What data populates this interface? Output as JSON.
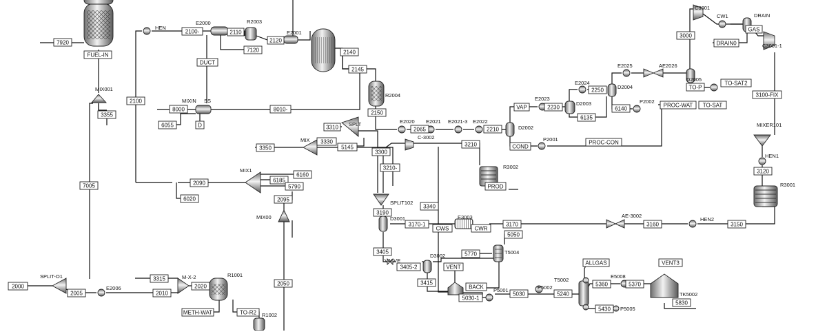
{
  "streams": [
    {
      "id": "s-7920",
      "text": "7920"
    },
    {
      "id": "s-fuel-in",
      "text": "FUEL-IN"
    },
    {
      "id": "s-3355",
      "text": "3355"
    },
    {
      "id": "s-2100a",
      "text": "2100-"
    },
    {
      "id": "s-2110",
      "text": "2110"
    },
    {
      "id": "s-2120",
      "text": "2120"
    },
    {
      "id": "s-7120",
      "text": "7120"
    },
    {
      "id": "s-duct",
      "text": "DUCT"
    },
    {
      "id": "s-2100",
      "text": "2100"
    },
    {
      "id": "s-8000",
      "text": "8000"
    },
    {
      "id": "s-6055",
      "text": "6055"
    },
    {
      "id": "s-d",
      "text": "D"
    },
    {
      "id": "s-8010",
      "text": "8010-"
    },
    {
      "id": "s-2140",
      "text": "2140"
    },
    {
      "id": "s-2145",
      "text": "2145"
    },
    {
      "id": "s-2150",
      "text": "2150"
    },
    {
      "id": "s-2065",
      "text": "2065"
    },
    {
      "id": "s-2210",
      "text": "2210"
    },
    {
      "id": "s-vap",
      "text": "VAP"
    },
    {
      "id": "s-2230",
      "text": "2230"
    },
    {
      "id": "s-2250",
      "text": "2250"
    },
    {
      "id": "s-6135",
      "text": "6135"
    },
    {
      "id": "s-6140",
      "text": "6140"
    },
    {
      "id": "s-cond",
      "text": "COND"
    },
    {
      "id": "s-proc-con",
      "text": "PROC-CON"
    },
    {
      "id": "s-proc-wat",
      "text": "PROC-WAT"
    },
    {
      "id": "s-to-sat",
      "text": "TO-SAT"
    },
    {
      "id": "s-3000",
      "text": "3000"
    },
    {
      "id": "s-to-p",
      "text": "TO-P"
    },
    {
      "id": "s-to-sat2",
      "text": "TO-SAT2"
    },
    {
      "id": "s-drain0",
      "text": "DRAIN0"
    },
    {
      "id": "s-gas",
      "text": "GAS"
    },
    {
      "id": "s-3100-fix",
      "text": "3100-FIX"
    },
    {
      "id": "s-3120",
      "text": "3120"
    },
    {
      "id": "s-3310",
      "text": "3310"
    },
    {
      "id": "s-3330",
      "text": "3330"
    },
    {
      "id": "s-5145",
      "text": "5145"
    },
    {
      "id": "s-3350",
      "text": "3350"
    },
    {
      "id": "s-3300",
      "text": "3300"
    },
    {
      "id": "s-3210",
      "text": "3210"
    },
    {
      "id": "s-3210b",
      "text": "3210-"
    },
    {
      "id": "s-prod",
      "text": "PROD"
    },
    {
      "id": "s-2090",
      "text": "2090"
    },
    {
      "id": "s-6160",
      "text": "6160"
    },
    {
      "id": "s-6185",
      "text": "6185"
    },
    {
      "id": "s-5790",
      "text": "5790"
    },
    {
      "id": "s-6020",
      "text": "6020"
    },
    {
      "id": "s-2095",
      "text": "2095"
    },
    {
      "id": "s-7005",
      "text": "7005"
    },
    {
      "id": "s-3190",
      "text": "3190"
    },
    {
      "id": "s-3340",
      "text": "3340"
    },
    {
      "id": "s-3170-1",
      "text": "3170-1"
    },
    {
      "id": "s-cws",
      "text": "CWS"
    },
    {
      "id": "s-cwr",
      "text": "CWR"
    },
    {
      "id": "s-3170",
      "text": "3170"
    },
    {
      "id": "s-3160",
      "text": "3160"
    },
    {
      "id": "s-3150",
      "text": "3150"
    },
    {
      "id": "s-5050",
      "text": "5050"
    },
    {
      "id": "s-5770",
      "text": "5770"
    },
    {
      "id": "s-3405",
      "text": "3405"
    },
    {
      "id": "s-3405-2",
      "text": "3405-2"
    },
    {
      "id": "s-3415",
      "text": "3415"
    },
    {
      "id": "s-vent",
      "text": "VENT"
    },
    {
      "id": "s-back",
      "text": "BACK"
    },
    {
      "id": "s-5030-1",
      "text": "5030-1"
    },
    {
      "id": "s-5030",
      "text": "5030"
    },
    {
      "id": "s-5240",
      "text": "5240"
    },
    {
      "id": "s-allgas",
      "text": "ALLGAS"
    },
    {
      "id": "s-5360",
      "text": "5360"
    },
    {
      "id": "s-5370",
      "text": "5370"
    },
    {
      "id": "s-5430",
      "text": "5430"
    },
    {
      "id": "s-vent3",
      "text": "VENT3"
    },
    {
      "id": "s-5830",
      "text": "5830"
    },
    {
      "id": "s-2000",
      "text": "2000"
    },
    {
      "id": "s-2005",
      "text": "2005"
    },
    {
      "id": "s-2010",
      "text": "2010"
    },
    {
      "id": "s-3315",
      "text": "3315"
    },
    {
      "id": "s-2020",
      "text": "2020"
    },
    {
      "id": "s-meth-wat",
      "text": "METH-WAT"
    },
    {
      "id": "s-to-r2",
      "text": "TO-R2"
    },
    {
      "id": "s-2050",
      "text": "2050"
    }
  ],
  "units": [
    {
      "id": "u-hen",
      "text": "HEN"
    },
    {
      "id": "u-e2000",
      "text": "E2000"
    },
    {
      "id": "u-r2003",
      "text": "R2003"
    },
    {
      "id": "u-e2001",
      "text": "E2001"
    },
    {
      "id": "u-mix001",
      "text": "MIX001"
    },
    {
      "id": "u-mixin",
      "text": "MIXIN"
    },
    {
      "id": "u-ss",
      "text": "SS"
    },
    {
      "id": "u-r2004",
      "text": "R2004"
    },
    {
      "id": "u-e2020",
      "text": "E2020"
    },
    {
      "id": "u-e2021",
      "text": "E2021"
    },
    {
      "id": "u-e2021-3",
      "text": "E2021-3"
    },
    {
      "id": "u-e2022",
      "text": "E2022"
    },
    {
      "id": "u-d2002",
      "text": "D2002"
    },
    {
      "id": "u-e2023",
      "text": "E2023"
    },
    {
      "id": "u-d2003",
      "text": "D2003"
    },
    {
      "id": "u-e2024",
      "text": "E2024"
    },
    {
      "id": "u-d2004",
      "text": "D2004"
    },
    {
      "id": "u-e2025",
      "text": "E2025"
    },
    {
      "id": "u-ae2026",
      "text": "AE2026"
    },
    {
      "id": "u-d2005",
      "text": "D2005"
    },
    {
      "id": "u-p2002",
      "text": "P2002"
    },
    {
      "id": "u-p2001",
      "text": "P2001"
    },
    {
      "id": "u-c3001",
      "text": "C3001"
    },
    {
      "id": "u-cw1",
      "text": "CW1"
    },
    {
      "id": "u-drain",
      "text": "DRAIN"
    },
    {
      "id": "u-c3001-1",
      "text": "C3001-1"
    },
    {
      "id": "u-mixer101",
      "text": "MIXER101"
    },
    {
      "id": "u-hen1",
      "text": "HEN1"
    },
    {
      "id": "u-r3001",
      "text": "R3001"
    },
    {
      "id": "u-splt",
      "text": "SPLT"
    },
    {
      "id": "u-mix",
      "text": "MIX"
    },
    {
      "id": "u-c-3002",
      "text": "C-3002"
    },
    {
      "id": "u-r3002",
      "text": "R3002"
    },
    {
      "id": "u-mix1",
      "text": "MIX1"
    },
    {
      "id": "u-mix00",
      "text": "MIX00"
    },
    {
      "id": "u-split102",
      "text": "SPLIT102"
    },
    {
      "id": "u-d3001",
      "text": "D3001"
    },
    {
      "id": "u-e3003",
      "text": "E3003"
    },
    {
      "id": "u-ae-3002",
      "text": "AE-3002"
    },
    {
      "id": "u-hen2",
      "text": "HEN2"
    },
    {
      "id": "u-valve",
      "text": "VALVE"
    },
    {
      "id": "u-d3002",
      "text": "D3002"
    },
    {
      "id": "u-t5004",
      "text": "T5004"
    },
    {
      "id": "u-p5001",
      "text": "P5001"
    },
    {
      "id": "u-p5002",
      "text": "P5002"
    },
    {
      "id": "u-t5002",
      "text": "T5002"
    },
    {
      "id": "u-e5008",
      "text": "E5008"
    },
    {
      "id": "u-p5005",
      "text": "P5005"
    },
    {
      "id": "u-tk5002",
      "text": "TK5002"
    },
    {
      "id": "u-split-o1",
      "text": "SPLIT-O1"
    },
    {
      "id": "u-e2006",
      "text": "E2006"
    },
    {
      "id": "u-m-x-2",
      "text": "M-X-2"
    },
    {
      "id": "u-r1001",
      "text": "R1001"
    },
    {
      "id": "u-r1002",
      "text": "R1002"
    }
  ]
}
